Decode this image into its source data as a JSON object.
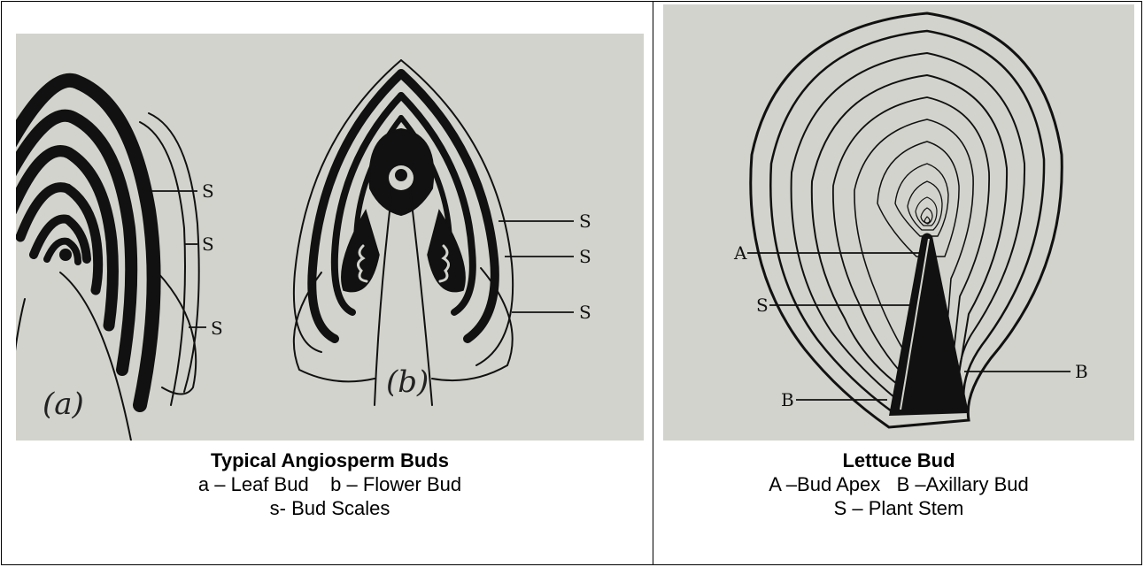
{
  "left_panel": {
    "labels": {
      "s": "S",
      "a": "(a)",
      "b": "(b)"
    },
    "caption": {
      "title": "Typical Angiosperm Buds",
      "line1": "a – Leaf Bud    b – Flower Bud",
      "line2": "s- Bud Scales"
    }
  },
  "right_panel": {
    "labels": {
      "A": "A",
      "S": "S",
      "B": "B"
    },
    "caption": {
      "title": "Lettuce Bud",
      "line1": "A –Bud Apex   B –Axillary Bud",
      "line2": "S – Plant Stem"
    }
  },
  "colors": {
    "paper": "#d3d3cd",
    "ink": "#111111"
  }
}
